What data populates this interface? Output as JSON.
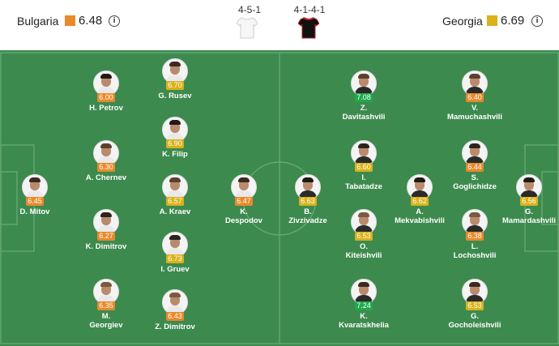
{
  "colors": {
    "pitch": "#3d8a4e",
    "rating_orange": "#e8892b",
    "rating_yellow": "#d9b21a",
    "rating_green": "#1faa4a"
  },
  "home": {
    "name": "Bulgaria",
    "rating": "6.48",
    "rating_color": "#e8892b",
    "formation": "4-5-1",
    "info_icon": "i"
  },
  "away": {
    "name": "Georgia",
    "rating": "6.69",
    "rating_color": "#d9b21a",
    "formation": "4-1-4-1",
    "info_icon": "i"
  },
  "players": [
    {
      "id": "mitov",
      "name_lines": [
        "D. Mitov"
      ],
      "rating": "6.45",
      "color": "#e8892b",
      "team": "home"
    },
    {
      "id": "petrov",
      "name_lines": [
        "H. Petrov"
      ],
      "rating": "6.00",
      "color": "#e8892b",
      "team": "home"
    },
    {
      "id": "chernev",
      "name_lines": [
        "A. Chernev"
      ],
      "rating": "6.30",
      "color": "#e8892b",
      "team": "home"
    },
    {
      "id": "k-dimitrov",
      "name_lines": [
        "K. Dimitrov"
      ],
      "rating": "6.27",
      "color": "#e8892b",
      "team": "home"
    },
    {
      "id": "georgiev",
      "name_lines": [
        "M.",
        "Georgiev"
      ],
      "rating": "6.35",
      "color": "#e8892b",
      "team": "home"
    },
    {
      "id": "rusev",
      "name_lines": [
        "G. Rusev"
      ],
      "rating": "6.70",
      "color": "#d9b21a",
      "team": "home"
    },
    {
      "id": "filip",
      "name_lines": [
        "K. Filip"
      ],
      "rating": "6.90",
      "color": "#d9b21a",
      "team": "home"
    },
    {
      "id": "kraev",
      "name_lines": [
        "A. Kraev"
      ],
      "rating": "6.57",
      "color": "#d9b21a",
      "team": "home"
    },
    {
      "id": "gruev",
      "name_lines": [
        "I. Gruev"
      ],
      "rating": "6.73",
      "color": "#d9b21a",
      "team": "home"
    },
    {
      "id": "z-dimitrov",
      "name_lines": [
        "Z. Dimitrov"
      ],
      "rating": "6.43",
      "color": "#e8892b",
      "team": "home"
    },
    {
      "id": "despodov",
      "name_lines": [
        "K.",
        "Despodov"
      ],
      "rating": "6.47",
      "color": "#e8892b",
      "team": "home"
    },
    {
      "id": "zivzivadze",
      "name_lines": [
        "B.",
        "Zivzivadze"
      ],
      "rating": "6.63",
      "color": "#d9b21a",
      "team": "away"
    },
    {
      "id": "davitashvili",
      "name_lines": [
        "Z.",
        "Davitashvili"
      ],
      "rating": "7.08",
      "color": "#1faa4a",
      "team": "away"
    },
    {
      "id": "tabatadze",
      "name_lines": [
        "I.",
        "Tabatadze"
      ],
      "rating": "6.60",
      "color": "#d9b21a",
      "team": "away"
    },
    {
      "id": "kiteishvili",
      "name_lines": [
        "O.",
        "Kiteishvili"
      ],
      "rating": "6.53",
      "color": "#d9b21a",
      "team": "away"
    },
    {
      "id": "kvaratskhelia",
      "name_lines": [
        "K.",
        "Kvaratskhelia"
      ],
      "rating": "7.24",
      "color": "#1faa4a",
      "team": "away"
    },
    {
      "id": "mekvabishvili",
      "name_lines": [
        "A.",
        "Mekvabishvili"
      ],
      "rating": "6.62",
      "color": "#d9b21a",
      "team": "away"
    },
    {
      "id": "mamuchashvili",
      "name_lines": [
        "V.",
        "Mamuchashvili"
      ],
      "rating": "6.40",
      "color": "#e8892b",
      "team": "away"
    },
    {
      "id": "goglichidze",
      "name_lines": [
        "S.",
        "Goglichidze"
      ],
      "rating": "6.44",
      "color": "#e8892b",
      "team": "away"
    },
    {
      "id": "lochoshvili",
      "name_lines": [
        "L.",
        "Lochoshvili"
      ],
      "rating": "6.38",
      "color": "#e8892b",
      "team": "away"
    },
    {
      "id": "gocholeishvili",
      "name_lines": [
        "G.",
        "Gocholeishvili"
      ],
      "rating": "6.53",
      "color": "#d9b21a",
      "team": "away"
    },
    {
      "id": "mamardashvili",
      "name_lines": [
        "G.",
        "Mamardashvili"
      ],
      "rating": "6.56",
      "color": "#d9b21a",
      "team": "away"
    }
  ]
}
